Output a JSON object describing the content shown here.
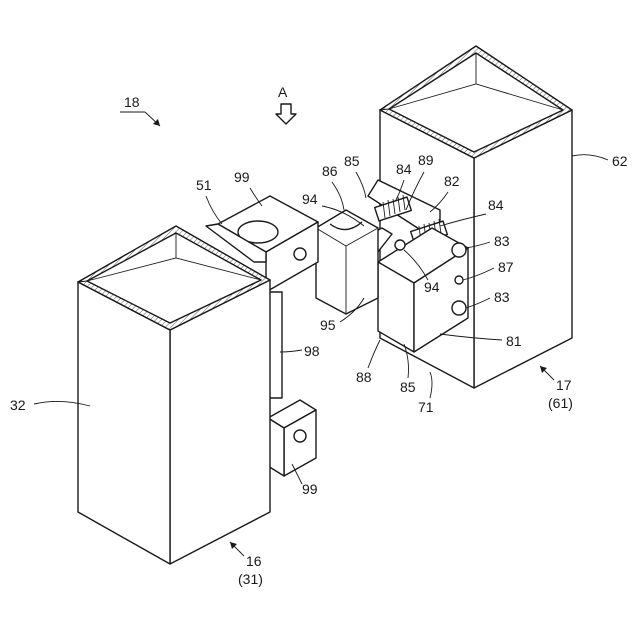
{
  "figure": {
    "assembly_label": "18",
    "view_label": "A",
    "refs": {
      "r51": "51",
      "r99_top": "99",
      "r86": "86",
      "r85_top": "85",
      "r84_top": "84",
      "r89": "89",
      "r82": "82",
      "r84_right": "84",
      "r62": "62",
      "r94_left": "94",
      "r83_top": "83",
      "r87": "87",
      "r94_mid": "94",
      "r83_bottom": "83",
      "r95": "95",
      "r81": "81",
      "r98": "98",
      "r88": "88",
      "r85_bottom": "85",
      "r71": "71",
      "r17": "17",
      "r61": "(61)",
      "r32": "32",
      "r99_bottom": "99",
      "r16": "16",
      "r31": "(31)"
    }
  }
}
